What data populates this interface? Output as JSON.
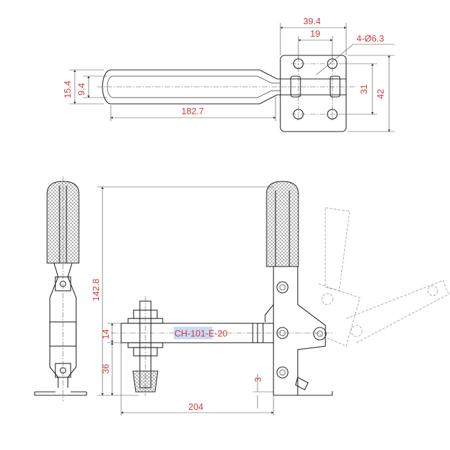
{
  "drawing": {
    "model": "CH-101-E-20",
    "top_view": {
      "dim_overall_width": "39.4",
      "dim_hole_spacing_x": "19",
      "dim_holes": "4-Ø6.3",
      "dim_hole_spacing_y": "31",
      "dim_base_height": "42",
      "dim_handle_width": "15.4",
      "dim_slot_width": "9.4",
      "dim_handle_length": "182.7"
    },
    "front_view": {
      "dim_total_height": "142.8",
      "dim_arm_thickness": "14",
      "dim_arm_height": "36",
      "dim_base_thickness": "3",
      "dim_reach": "204"
    },
    "colors": {
      "dimension": "#d23a3a",
      "line": "#222222",
      "highlight": "#c8daf5"
    }
  }
}
